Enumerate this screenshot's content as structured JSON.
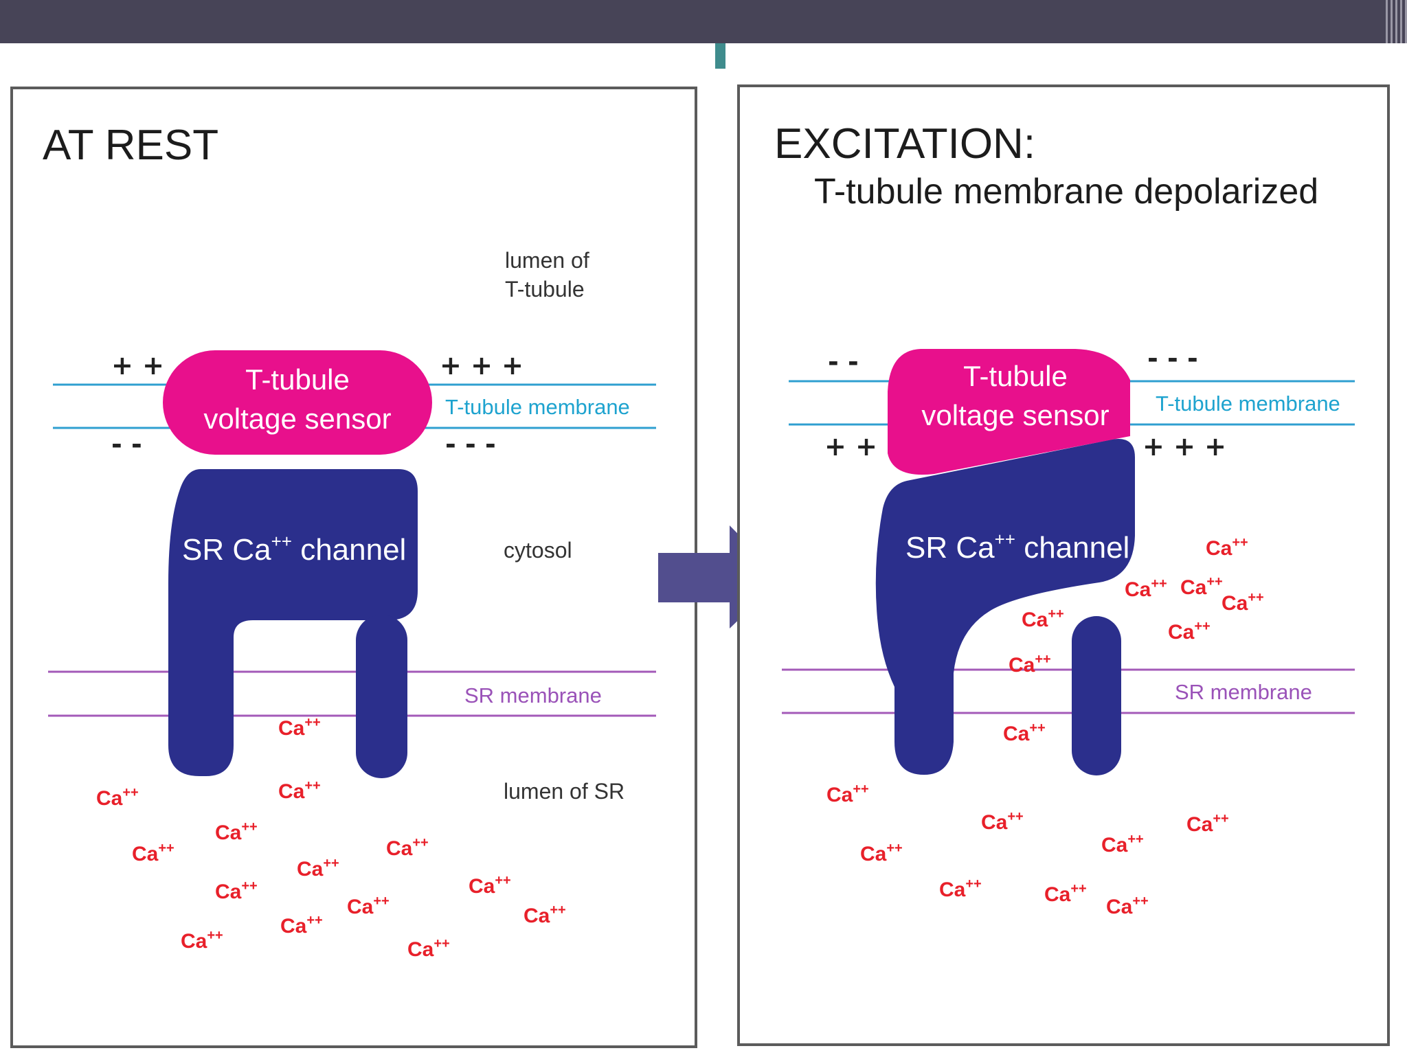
{
  "slide": {
    "colors": {
      "header_bar": "#474457",
      "accent": "#3f8c8d",
      "sensor": "#e8108c",
      "channel": "#2b2f8c",
      "ion": "#e8202a",
      "t_tubule_membrane": "#2f9fd0",
      "sr_membrane": "#a35ab8",
      "arrow": "#524e8e"
    }
  },
  "rest": {
    "title": "AT REST",
    "lumen_t_line1": "lumen of",
    "lumen_t_line2": "T-tubule",
    "charges_top_left": "+ +",
    "charges_top_right": "+ + +",
    "charges_bottom_left": "- -",
    "charges_bottom_right": "- - -",
    "tt_membrane_label": "T-tubule membrane",
    "sensor_line1": "T-tubule",
    "sensor_line2": "voltage sensor",
    "channel_label": "SR Ca",
    "channel_label_sup": "++",
    "channel_label_rest": " channel",
    "cytosol_label": "cytosol",
    "sr_membrane_label": "SR membrane",
    "lumen_sr_label": "lumen of SR",
    "ion_base": "Ca",
    "ion_sup": "++"
  },
  "excitation": {
    "title": "EXCITATION:",
    "subtitle": "T-tubule membrane depolarized",
    "charges_top_left": "- -",
    "charges_top_right": "- - -",
    "charges_bottom_left": "+ +",
    "charges_bottom_right": "+ + +",
    "tt_membrane_label": "T-tubule membrane",
    "sensor_line1": "T-tubule",
    "sensor_line2": "voltage sensor",
    "channel_label": "SR Ca",
    "channel_label_sup": "++",
    "channel_label_rest": " channel",
    "sr_membrane_label": "SR membrane",
    "ion_base": "Ca",
    "ion_sup": "++"
  }
}
